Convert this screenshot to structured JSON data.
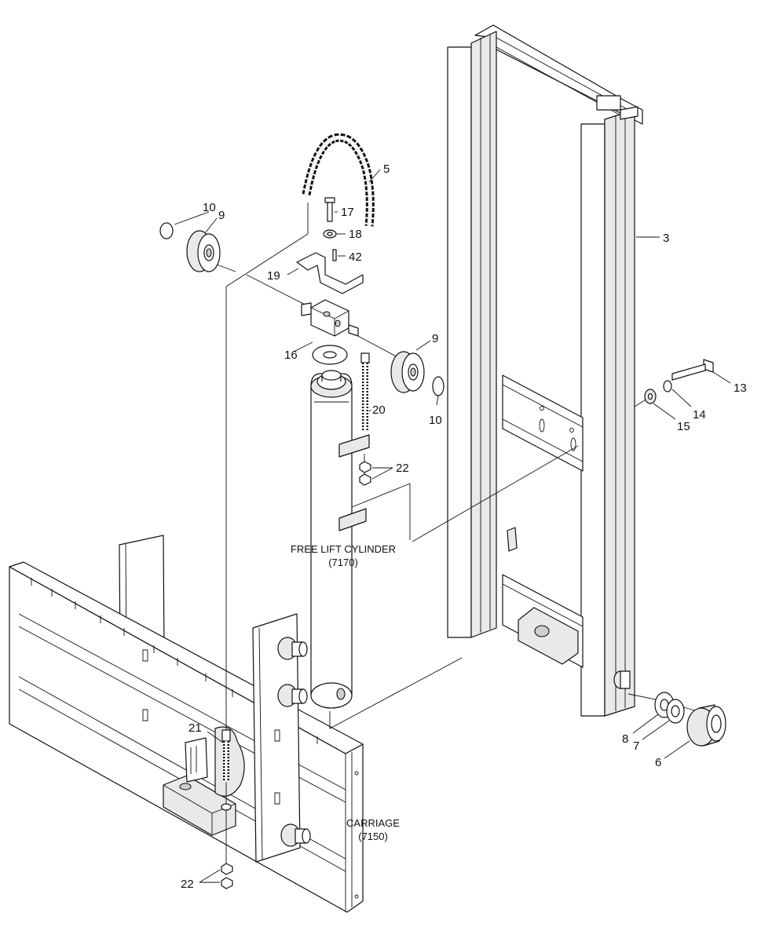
{
  "callouts": {
    "p3": "3",
    "p5": "5",
    "p6": "6",
    "p7": "7",
    "p8": "8",
    "p9a": "9",
    "p9b": "9",
    "p10a": "10",
    "p10b": "10",
    "p13": "13",
    "p14": "14",
    "p15": "15",
    "p16": "16",
    "p17": "17",
    "p18": "18",
    "p19": "19",
    "p20": "20",
    "p21": "21",
    "p22a": "22",
    "p22b": "22",
    "p42": "42"
  },
  "captions": {
    "cylinder_name": "FREE LIFT CYLINDER",
    "cylinder_ref": "(7170)",
    "carriage_name": "CARRIAGE",
    "carriage_ref": "(7150)"
  }
}
